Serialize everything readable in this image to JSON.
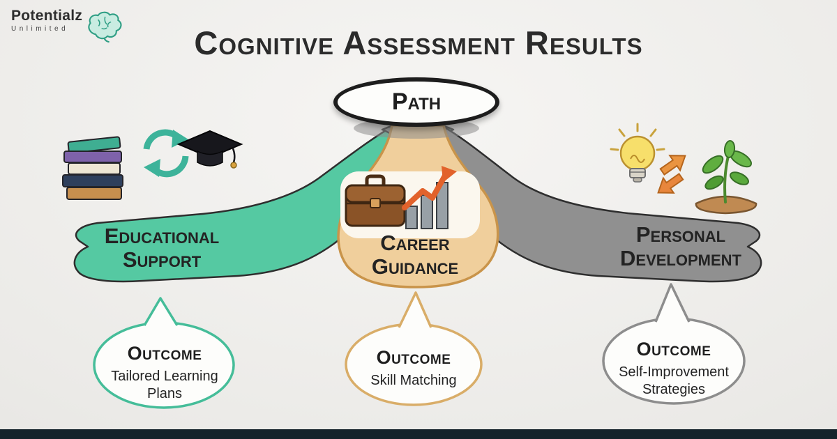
{
  "logo": {
    "brand": "Potentialz",
    "subbrand": "Unlimited",
    "icon": "brain-icon"
  },
  "title": "Cognitive Assessment Results",
  "root": {
    "label": "Path"
  },
  "branches": [
    {
      "id": "educational-support",
      "label": "Educational Support",
      "color": "#55c9a2",
      "icons": [
        "books-icon",
        "recycle-arrows-icon",
        "graduation-cap-icon"
      ],
      "outcome": {
        "heading": "Outcome",
        "text": "Tailored Learning Plans"
      }
    },
    {
      "id": "career-guidance",
      "label": "Career Guidance",
      "color": "#f0cf9c",
      "border_color": "#c9944a",
      "icons": [
        "briefcase-icon",
        "growth-chart-icon"
      ],
      "outcome": {
        "heading": "Outcome",
        "text": "Skill Matching"
      }
    },
    {
      "id": "personal-development",
      "label": "Personal Development",
      "color": "#909090",
      "icons": [
        "lightbulb-icon",
        "exchange-arrows-icon",
        "sprout-icon"
      ],
      "outcome": {
        "heading": "Outcome",
        "text": "Self-Improvement Strategies"
      }
    }
  ],
  "colors": {
    "background": "#ebeae7",
    "title_text": "#2b2b2b",
    "outline": "#2e2e2e",
    "teal": "#55c9a2",
    "tan_fill": "#f0cf9c",
    "tan_border": "#c9944a",
    "gray": "#909090",
    "footer_bar": "#15232b"
  }
}
